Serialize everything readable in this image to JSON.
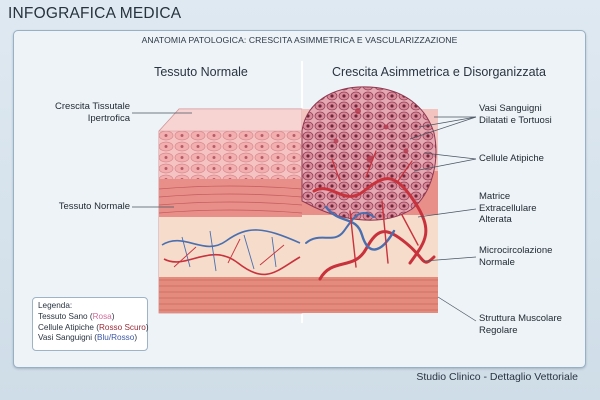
{
  "app": {
    "title": "INFOGRAFICA MEDICA"
  },
  "panel": {
    "header": "ANATOMIA PATOLOGICA: CRESCITA ASIMMETRICA E VASCULARIZZAZIONE",
    "left_title": "Tessuto Normale",
    "right_title": "Crescita Asimmetrica e Disorganizzata"
  },
  "labels_left": {
    "growth": "Crescita Tissutale\nIpertrofica",
    "normal_tissue": "Tessuto Normale"
  },
  "labels_right": {
    "vessels": "Vasi Sanguigni\nDilatati e Tortuosi",
    "atypical_cells": "Cellule Atipiche",
    "matrix": "Matrice\nExtracellulare\nAlterata",
    "microcirculation": "Microcircolazione\nNormale",
    "muscle": "Struttura Muscolare\nRegolare"
  },
  "legend": {
    "title": "Legenda:",
    "healthy_prefix": "Tessuto Sano (",
    "healthy_color": "Rosa",
    "atypical_prefix": "Cellule Atipiche (",
    "atypical_color": "Rosso Scuro",
    "vessels_prefix": "Vasi Sanguigni (",
    "vessels_color": "Blu/Rosso",
    "close": ")"
  },
  "footer": "Studio Clinico - Dettaglio Vettoriale",
  "colors": {
    "healthy": "#f0a3a6",
    "atypical": "#b3344a",
    "vein": "#4a6fb0",
    "artery": "#c8323c",
    "muscle": "#d9776a",
    "frame": "#97b0c6"
  }
}
